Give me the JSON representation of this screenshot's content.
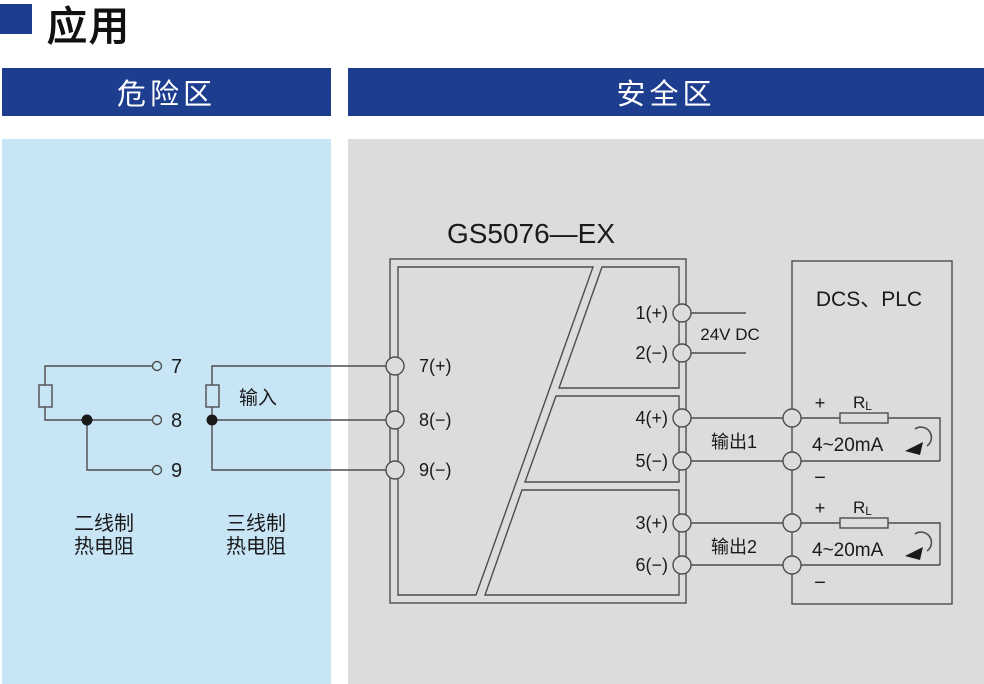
{
  "title": {
    "text": "应用"
  },
  "headers": {
    "hazardous_zone": "危险区",
    "safe_zone": "安全区"
  },
  "colors": {
    "header_blue": "#1d3d8f",
    "panel_blue": "#c8e5f6",
    "panel_gray": "#dcdcdc",
    "line": "#4d4d4d",
    "ink": "#1a1a1a"
  },
  "input_side": {
    "terminal_numbers": [
      "7",
      "8",
      "9"
    ],
    "input_label": "输入",
    "rtd_labels": [
      {
        "line1": "二线制",
        "line2": "热电阻"
      },
      {
        "line1": "三线制",
        "line2": "热电阻"
      }
    ]
  },
  "isolator": {
    "model": "GS5076—EX",
    "input_terminals": [
      "7(+)",
      "8(−)",
      "9(−)"
    ],
    "power_terminals": [
      "1(+)",
      "2(−)"
    ],
    "output1_terminals": [
      "4(+)",
      "5(−)"
    ],
    "output2_terminals": [
      "3(+)",
      "6(−)"
    ],
    "power_label": "24V DC",
    "output1_label": "输出1",
    "output2_label": "输出2"
  },
  "control_system": {
    "title": "DCS、PLC",
    "loops": [
      {
        "plus": "+",
        "minus": "−",
        "load_r": "R",
        "load_sub": "L",
        "signal": "4~20mA"
      },
      {
        "plus": "+",
        "minus": "−",
        "load_r": "R",
        "load_sub": "L",
        "signal": "4~20mA"
      }
    ]
  }
}
